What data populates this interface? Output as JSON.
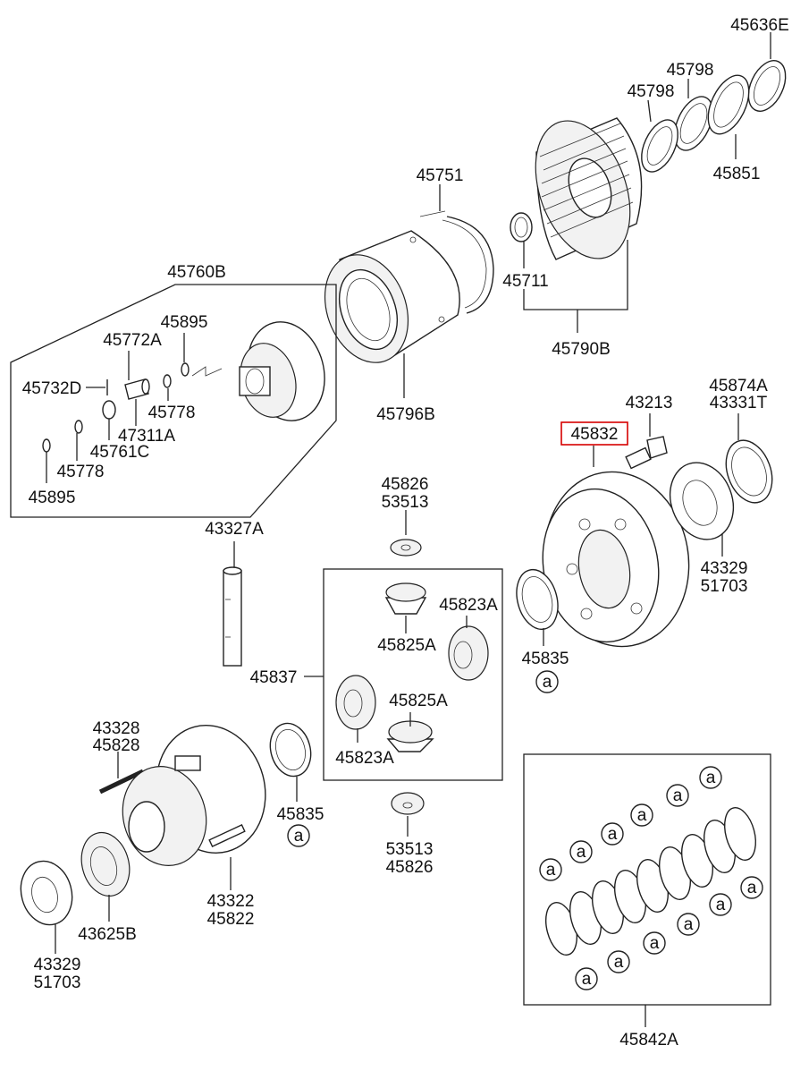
{
  "labels": {
    "p45636E": "45636E",
    "p45798a": "45798",
    "p45798b": "45798",
    "p45851": "45851",
    "p45751": "45751",
    "p45711": "45711",
    "p45790B": "45790B",
    "p45760B": "45760B",
    "p45895a": "45895",
    "p45772A": "45772A",
    "p45732D": "45732D",
    "p45778a": "45778",
    "p47311A": "47311A",
    "p45761C": "45761C",
    "p45778b": "45778",
    "p45895b": "45895",
    "p45796B": "45796B",
    "p45874A": "45874A",
    "p43331T": "43331T",
    "p43213": "43213",
    "p45832": "45832",
    "p43329a": "43329",
    "p51703a": "51703",
    "p43327A": "43327A",
    "p45826a": "45826",
    "p53513a": "53513",
    "p45823Aa": "45823A",
    "p45825Aa": "45825A",
    "p45837": "45837",
    "p45825Ab": "45825A",
    "p45823Ab": "45823A",
    "p45835a": "45835",
    "p43328": "43328",
    "p45828": "45828",
    "p45835b": "45835",
    "p53513b": "53513",
    "p45826b": "45826",
    "p43322": "43322",
    "p45822": "45822",
    "p43625B": "43625B",
    "p43329b": "43329",
    "p51703b": "51703",
    "p45842A": "45842A"
  },
  "callout_symbol": "a",
  "highlight_color": "#d60000"
}
